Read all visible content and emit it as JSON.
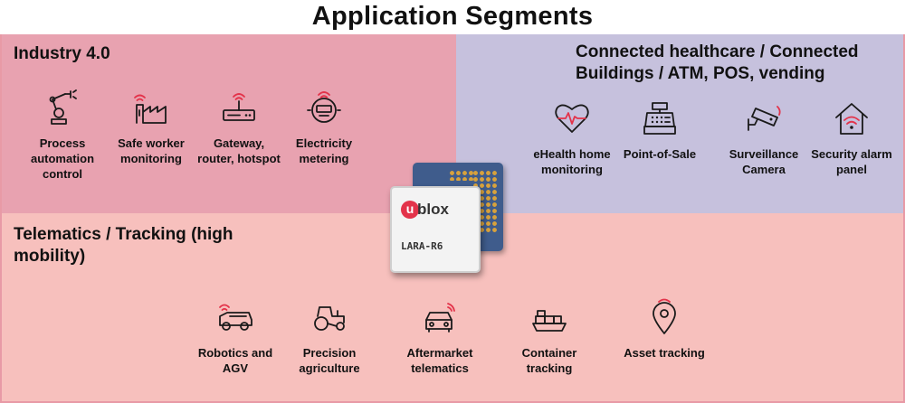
{
  "title": "Application Segments",
  "segments": {
    "industry": {
      "title": "Industry 4.0",
      "color": "#e8a2b0",
      "items": [
        {
          "label": "Process automation control",
          "icon": "robot-arm-icon"
        },
        {
          "label": "Safe worker monitoring",
          "icon": "factory-icon"
        },
        {
          "label": "Gateway, router, hotspot",
          "icon": "router-icon"
        },
        {
          "label": "Electricity metering",
          "icon": "smart-meter-icon"
        }
      ]
    },
    "health": {
      "title": "Connected healthcare / Connected Buildings / ATM, POS, vending",
      "color": "#c6c1dd",
      "items": [
        {
          "label": "eHealth home monitoring",
          "icon": "heartbeat-icon"
        },
        {
          "label": "Point-of-Sale",
          "icon": "cash-register-icon"
        },
        {
          "label": "Surveillance Camera",
          "icon": "security-camera-icon"
        },
        {
          "label": "Security alarm panel",
          "icon": "home-wifi-icon"
        }
      ]
    },
    "telematics": {
      "title": "Telematics / Tracking (high mobility)",
      "color": "#f7c0bd",
      "items": [
        {
          "label": "Robotics and AGV",
          "icon": "agv-icon"
        },
        {
          "label": "Precision agriculture",
          "icon": "tractor-icon"
        },
        {
          "label": "Aftermarket telematics",
          "icon": "connected-car-icon"
        },
        {
          "label": "Container tracking",
          "icon": "cargo-ship-icon"
        },
        {
          "label": "Asset tracking",
          "icon": "location-pin-icon"
        }
      ]
    }
  },
  "module": {
    "brand_u": "u",
    "brand_rest": "blox",
    "model": "LARA-R6"
  }
}
